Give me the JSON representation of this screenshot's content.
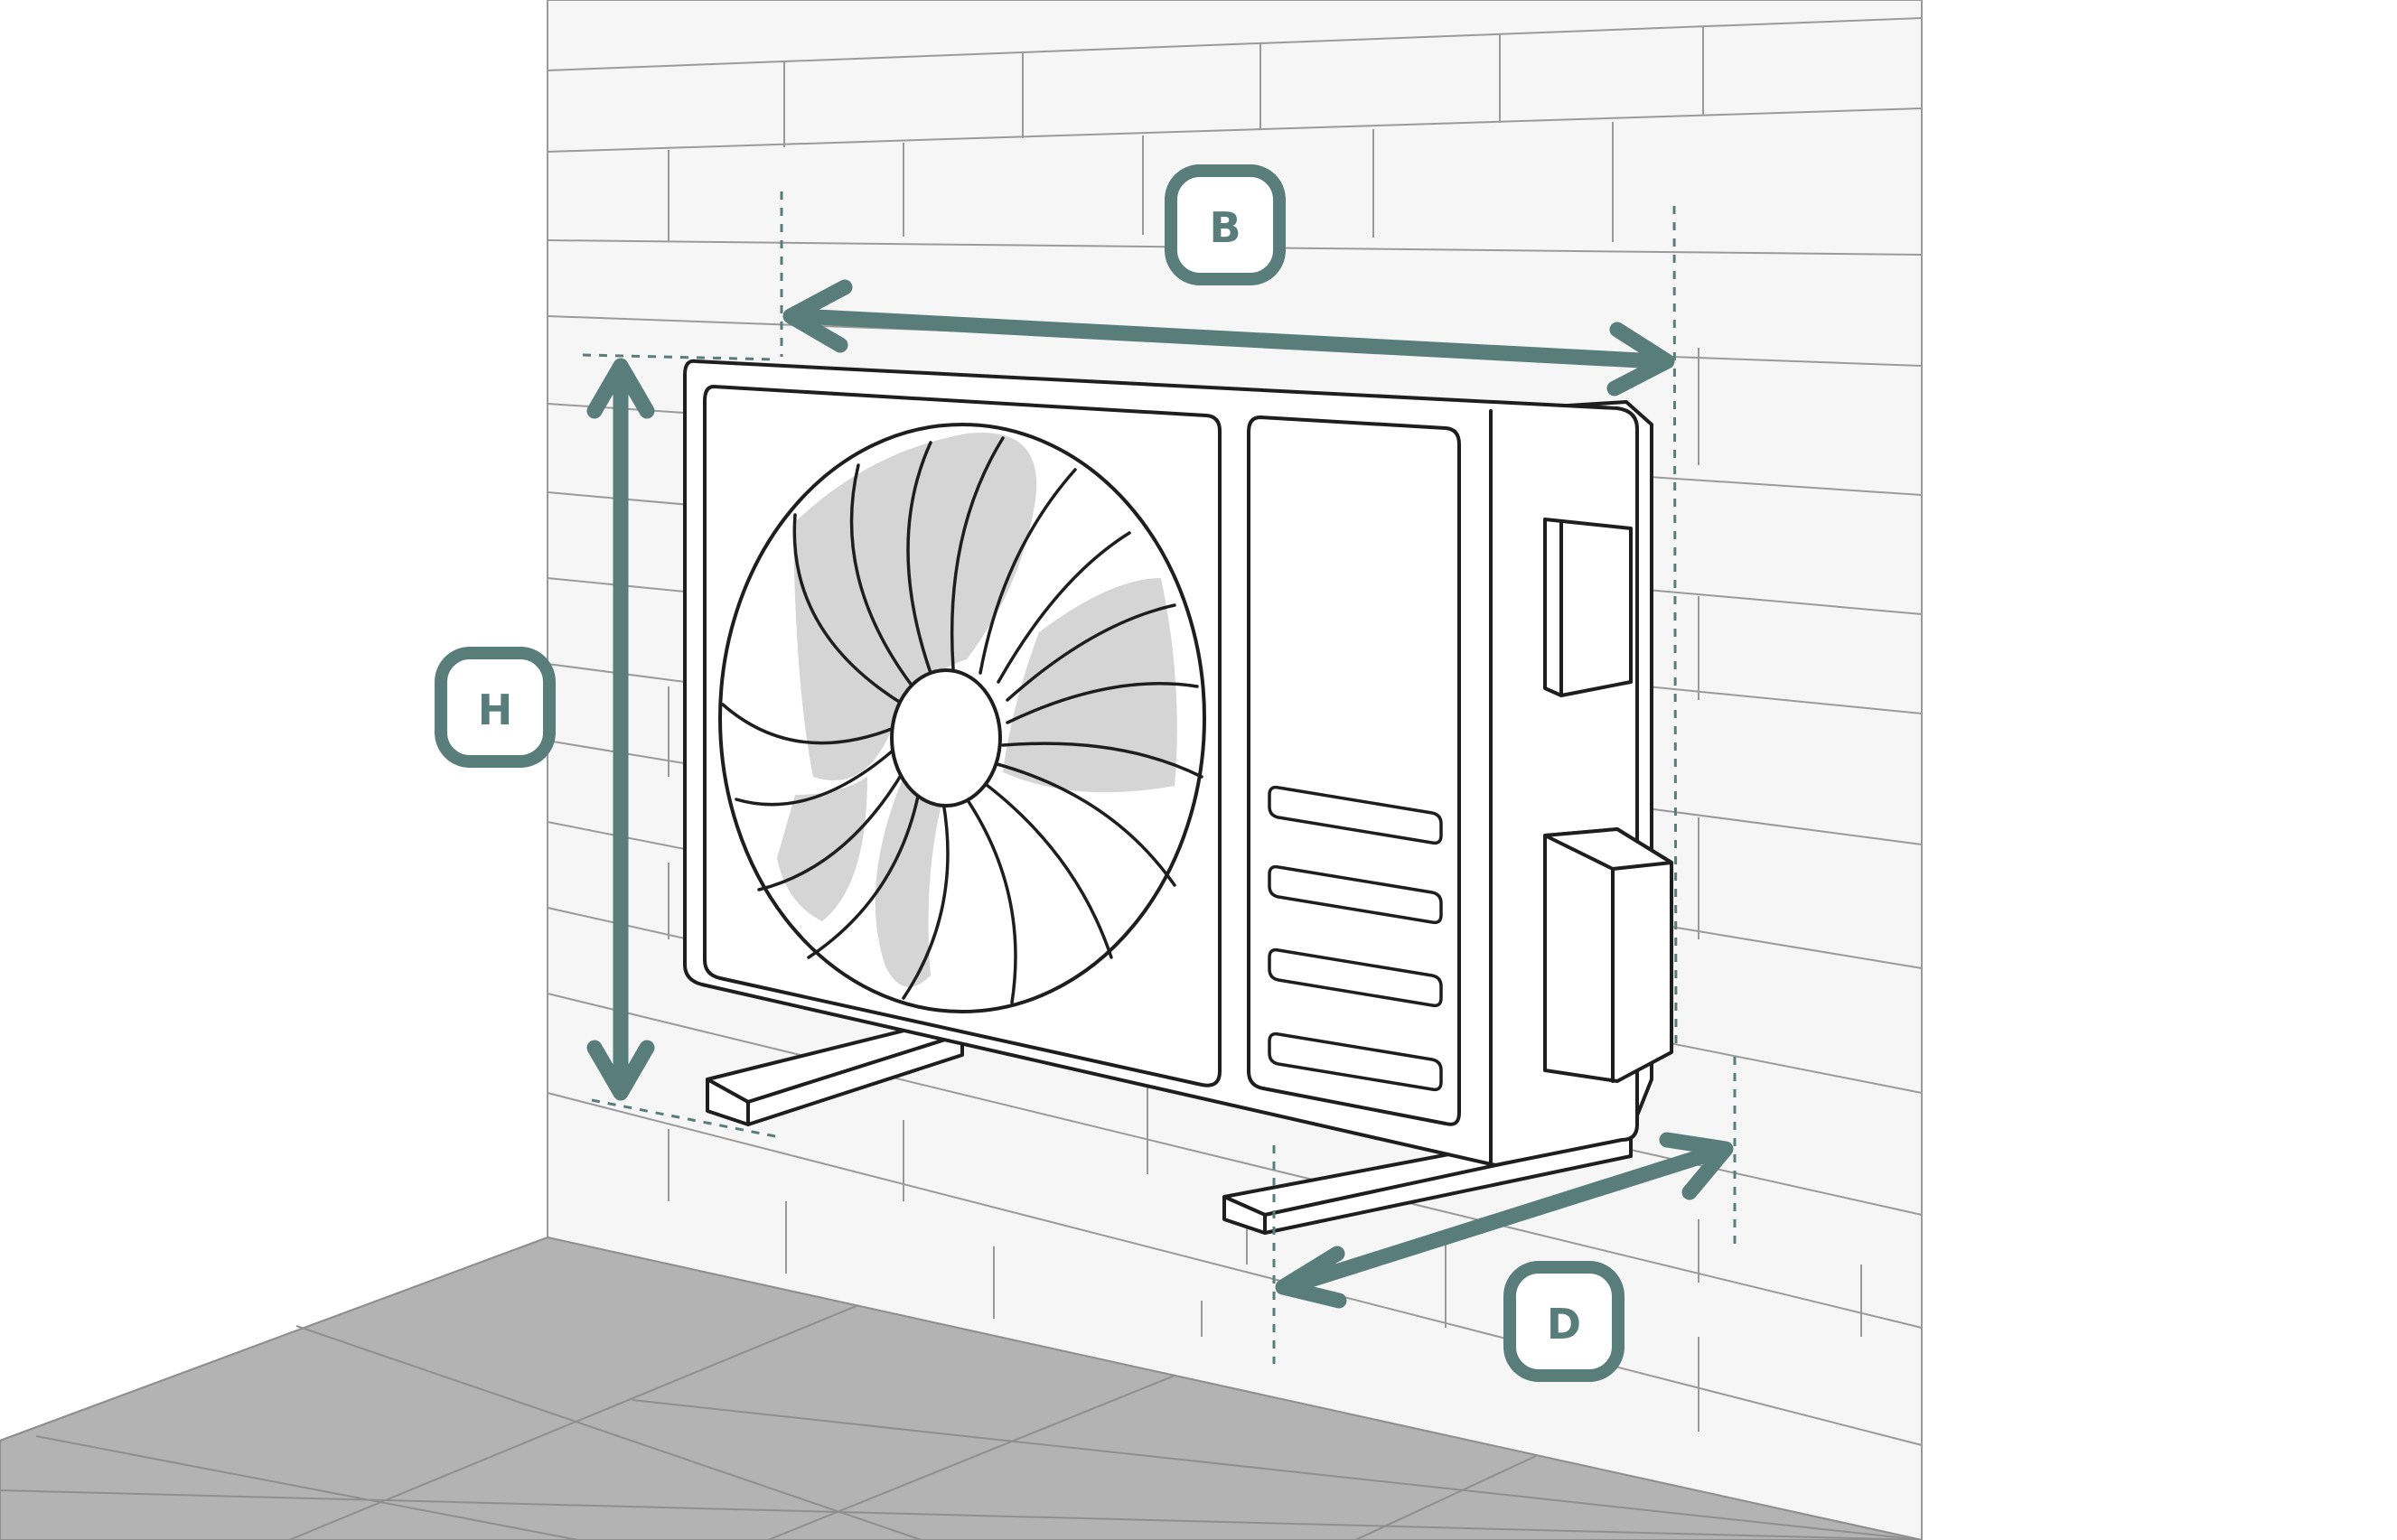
{
  "labels": {
    "width": "B",
    "height": "H",
    "depth": "D"
  },
  "colors": {
    "accent": "#587D7A",
    "wall": "#F6F6F6",
    "wall_lines": "#9A9A9A",
    "floor": "#B3B3B3",
    "floor_lines": "#8F8F8F",
    "fan_fill": "#D5D5D5",
    "outline": "#1E1E1E"
  },
  "icons": {
    "unit": "outdoor-ac-unit-icon",
    "width_arrow": "double-arrow-icon",
    "height_arrow": "double-arrow-icon",
    "depth_arrow": "double-arrow-icon"
  }
}
